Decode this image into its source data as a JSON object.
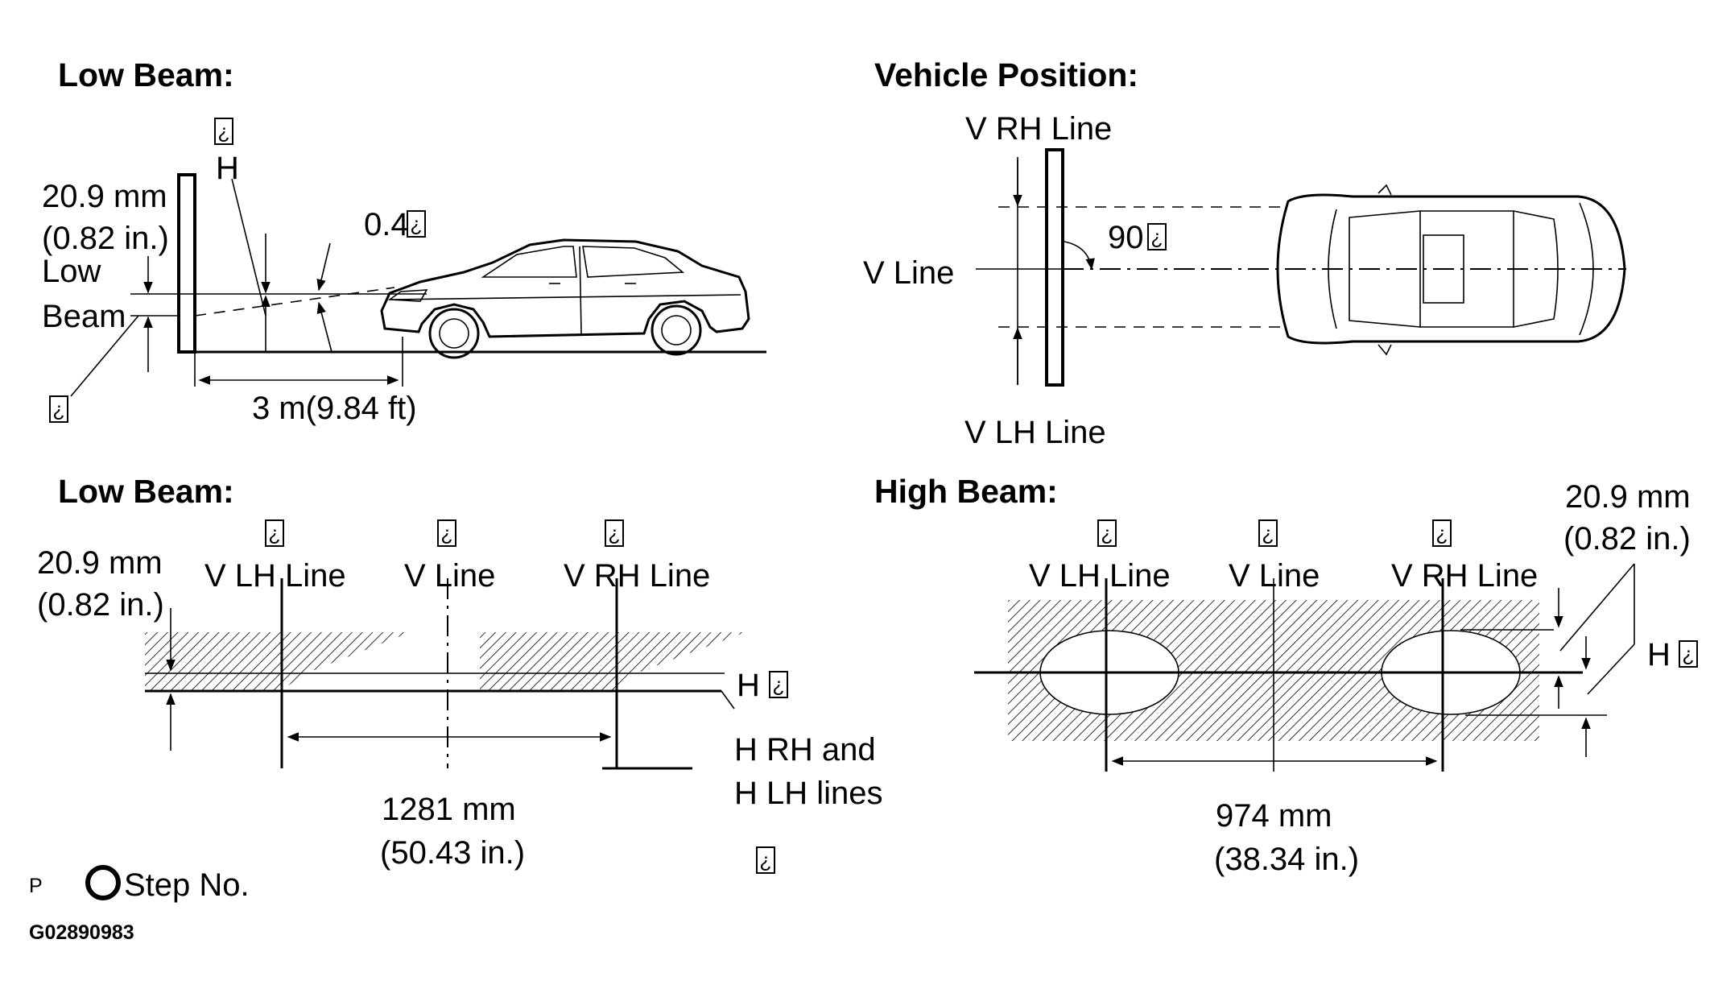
{
  "sym": "¿",
  "top_left": {
    "title": "Low Beam:",
    "h_label": "H",
    "dim_mm": "20.9 mm",
    "dim_in": "(0.82 in.)",
    "low_beam_1": "Low",
    "low_beam_2": "Beam",
    "angle": "0.4",
    "distance": "3 m(9.84 ft)"
  },
  "top_right": {
    "title": "Vehicle Position:",
    "v_rh": "V RH Line",
    "v_line": "V Line",
    "v_lh": "V LH Line",
    "angle": "90"
  },
  "bottom_left": {
    "title": "Low Beam:",
    "dim_mm": "20.9 mm",
    "dim_in": "(0.82 in.)",
    "v_lh": "V LH Line",
    "v_center": "V  Line",
    "v_rh": "V RH Line",
    "h": "H",
    "h_lines_1": "H RH and",
    "h_lines_2": "H LH lines",
    "spacing_mm": "1281 mm",
    "spacing_in": "(50.43 in.)"
  },
  "bottom_right": {
    "title": "High Beam:",
    "dim_mm": "20.9 mm",
    "dim_in": "(0.82 in.)",
    "v_lh": "V LH Line",
    "v_center": "V  Line",
    "v_rh": "V RH Line",
    "h": "H",
    "spacing_mm": "974 mm",
    "spacing_in": "(38.34 in.)"
  },
  "legend": {
    "p": "P",
    "step": "Step No."
  },
  "figure_code": "G02890983"
}
